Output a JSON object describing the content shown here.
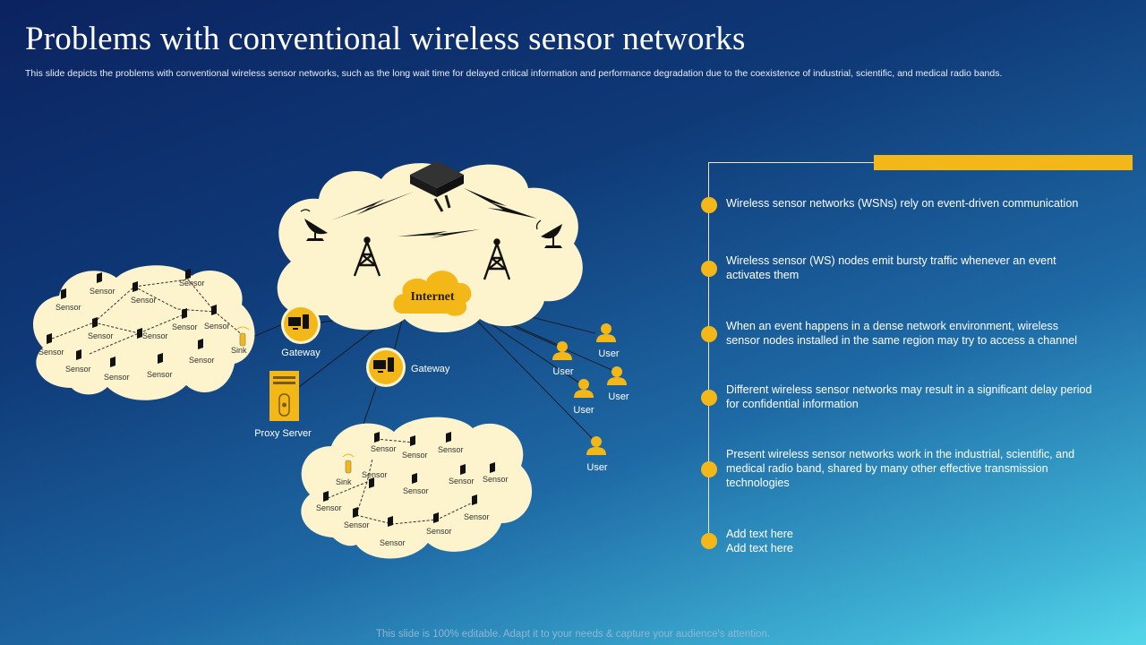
{
  "slide": {
    "title": "Problems with conventional wireless sensor networks",
    "subtitle": "This slide depicts the problems with conventional wireless sensor networks, such as the long wait time for delayed critical information and performance degradation due to the coexistence of industrial, scientific, and medical radio bands.",
    "footer": "This slide is 100% editable. Adapt it to your needs & capture your audience's attention."
  },
  "diagram": {
    "internet_label": "Internet",
    "gateway_left_label": "Gateway",
    "gateway_center_label": "Gateway",
    "proxy_label": "Proxy Server",
    "sink_left_label": "Sink",
    "sink_bottom_label": "Sink",
    "sensor_label": "Sensor",
    "user_label": "User"
  },
  "points": [
    {
      "text": "Wireless sensor networks (WSNs) rely on event-driven  communication"
    },
    {
      "text": "Wireless sensor (WS) nodes emit bursty traffic whenever  an event\nactivates them"
    },
    {
      "text": "When an event happens in a dense network environment,  wireless\nsensor nodes installed in the same region may try to access a channel"
    },
    {
      "text": "Different  wireless sensor networks may result in a significant delay period\nfor confidential information"
    },
    {
      "text": "Present wireless sensor networks work in the industrial, scientific, and\nmedical radio band, shared by many other effective  transmission\ntechnologies"
    },
    {
      "text": "Add text here\nAdd text here"
    }
  ],
  "colors": {
    "accent": "#f3b818",
    "cloud": "#fdf3cc",
    "bg_dark": "#0b2360",
    "bg_light": "#55d6ea"
  }
}
